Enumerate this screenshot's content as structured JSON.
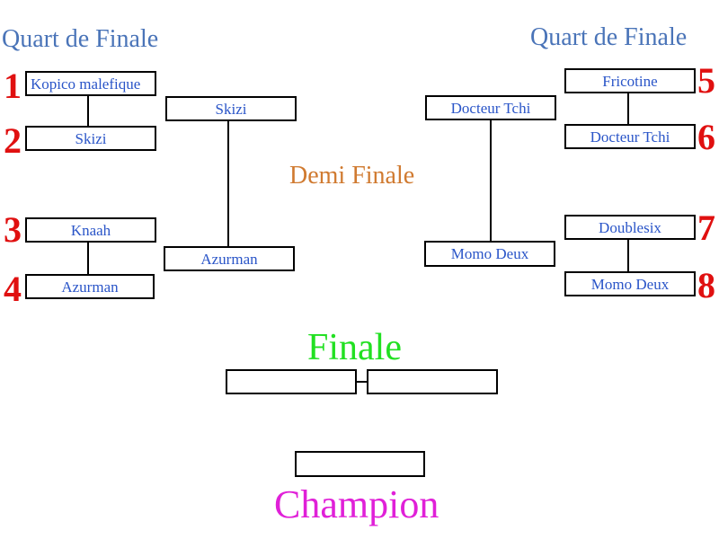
{
  "headings": {
    "quarter_left": "Quart de Finale",
    "quarter_right": "Quart de Finale",
    "semi": "Demi Finale",
    "final": "Finale",
    "champion": "Champion"
  },
  "colors": {
    "heading": "#4a74b8",
    "seed": "#e01010",
    "player_text": "#2a55c8",
    "semi": "#d07a30",
    "final": "#22e022",
    "champion": "#e020d8"
  },
  "seeds": [
    "1",
    "2",
    "3",
    "4",
    "5",
    "6",
    "7",
    "8"
  ],
  "quarterfinals": {
    "left": [
      "Kopico malefique",
      "Skizi",
      "Knaah",
      "Azurman"
    ],
    "right": [
      "Fricotine",
      "Docteur Tchi",
      "Doublesix",
      "Momo Deux"
    ]
  },
  "semifinals": {
    "left": [
      "Skizi",
      "Azurman"
    ],
    "right": [
      "Docteur Tchi",
      "Momo Deux"
    ]
  },
  "final": [
    "",
    ""
  ],
  "champion": ""
}
